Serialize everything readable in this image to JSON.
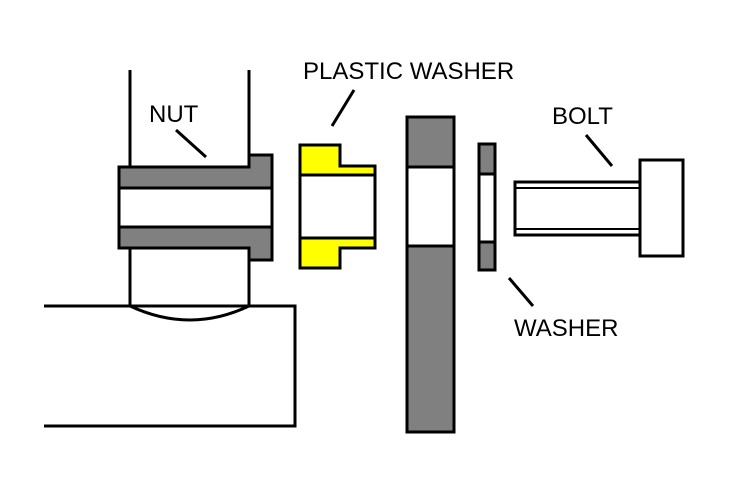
{
  "labels": {
    "nut": "NUT",
    "plastic_washer": "PLASTIC WASHER",
    "bolt": "BOLT",
    "washer": "WASHER"
  },
  "colors": {
    "metal": "#808080",
    "plastic": "#ffff00",
    "stroke": "#000000",
    "background": "#ffffff"
  }
}
